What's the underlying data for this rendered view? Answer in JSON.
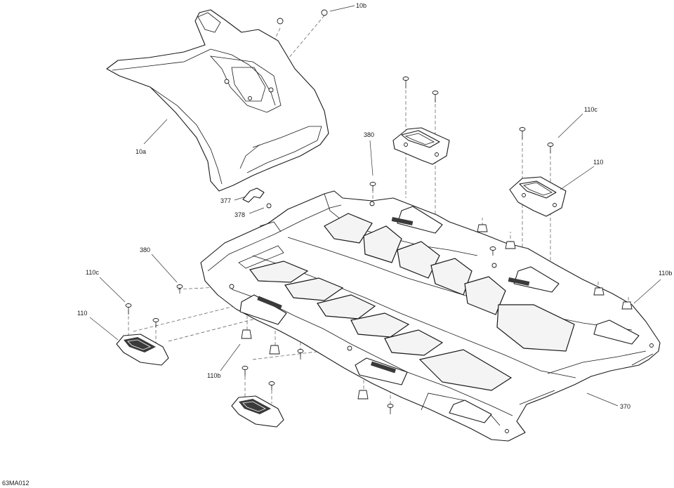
{
  "drawing_code": "63MA012",
  "callouts": [
    {
      "id": "10b",
      "text": "10b"
    },
    {
      "id": "10a",
      "text": "10a"
    },
    {
      "id": "380a",
      "text": "380"
    },
    {
      "id": "110c-right",
      "text": "110c"
    },
    {
      "id": "110-right",
      "text": "110"
    },
    {
      "id": "377",
      "text": "377"
    },
    {
      "id": "378",
      "text": "378"
    },
    {
      "id": "380b",
      "text": "380"
    },
    {
      "id": "110c-left",
      "text": "110c"
    },
    {
      "id": "110-left",
      "text": "110"
    },
    {
      "id": "110b-left",
      "text": "110b"
    },
    {
      "id": "110b-right",
      "text": "110b"
    },
    {
      "id": "370",
      "text": "370"
    }
  ]
}
